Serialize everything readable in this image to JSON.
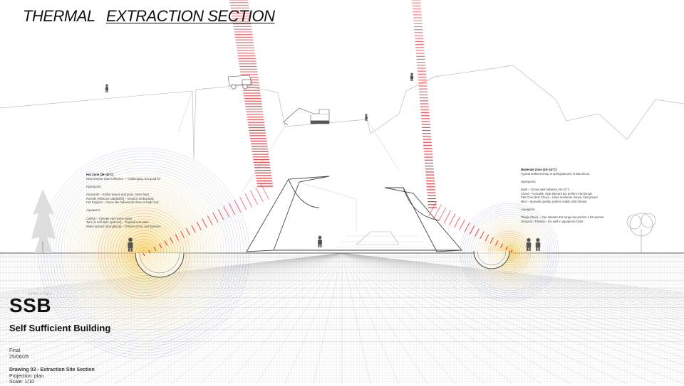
{
  "title": {
    "part1": "THERMAL",
    "part2": "EXTRACTION SECTION"
  },
  "brand": {
    "watermark": "mmmm bars",
    "abbr": "SSB",
    "full": "Self Sufficient Building"
  },
  "meta": {
    "status": "Final",
    "date": "25/06/25",
    "drawing_title": "Drawing 03 - Extraction Site Section",
    "projection": "Projection: plan",
    "scale": "Scale: 1/10"
  },
  "hot_zone": {
    "heading": "Hot Zone (36–40°C)",
    "lines": [
      "Near intense solar reflective — challenging, but good for",
      "",
      "Hydroponic",
      "",
      "Amaranth – Edible leaves and grain, loves heat",
      "Roselle (Hibiscus sabdariffa) – Great in herbal teas",
      "Hot Peppers – Some like habaneros thrive in high heat",
      "",
      "Aquaponic",
      "",
      "Catfish – Tolerate very warm water",
      "Taro (in self-style systems) – Tropical root plant",
      "Water spinach (Kangkong) – Thrives in hot, wet systems"
    ]
  },
  "moderate_zone": {
    "heading": "Moderate Zone (18–24°C)",
    "lines": [
      "Typical ambient temp in spring/autumn in Barcelona",
      "",
      "Hydroponic",
      "",
      "Basil – Grows well between 20–24°C",
      "Chard – Versatile, heat tolerant but prefers mild temps",
      "Pak Choi (Bok Choy) – Likes moderate temps, fast grower",
      "Mint – Spreads quickly, prefers stable mild climate",
      "",
      "Aquaponic",
      "",
      "Tilapia (then) – Can tolerate this range but prefers a bit warmer",
      "Oregano / Parsley – Do well in aquaponic beds"
    ]
  },
  "palette": {
    "ink": "#777777",
    "thermal_red": "#e8232a",
    "hot_glow": "#f3e98f",
    "grid": "#a9a9a9",
    "ring_blue": "#6f7fcf"
  },
  "icons": [
    "mining-truck-icon",
    "excavator-icon",
    "person-icon",
    "tree-icon"
  ]
}
